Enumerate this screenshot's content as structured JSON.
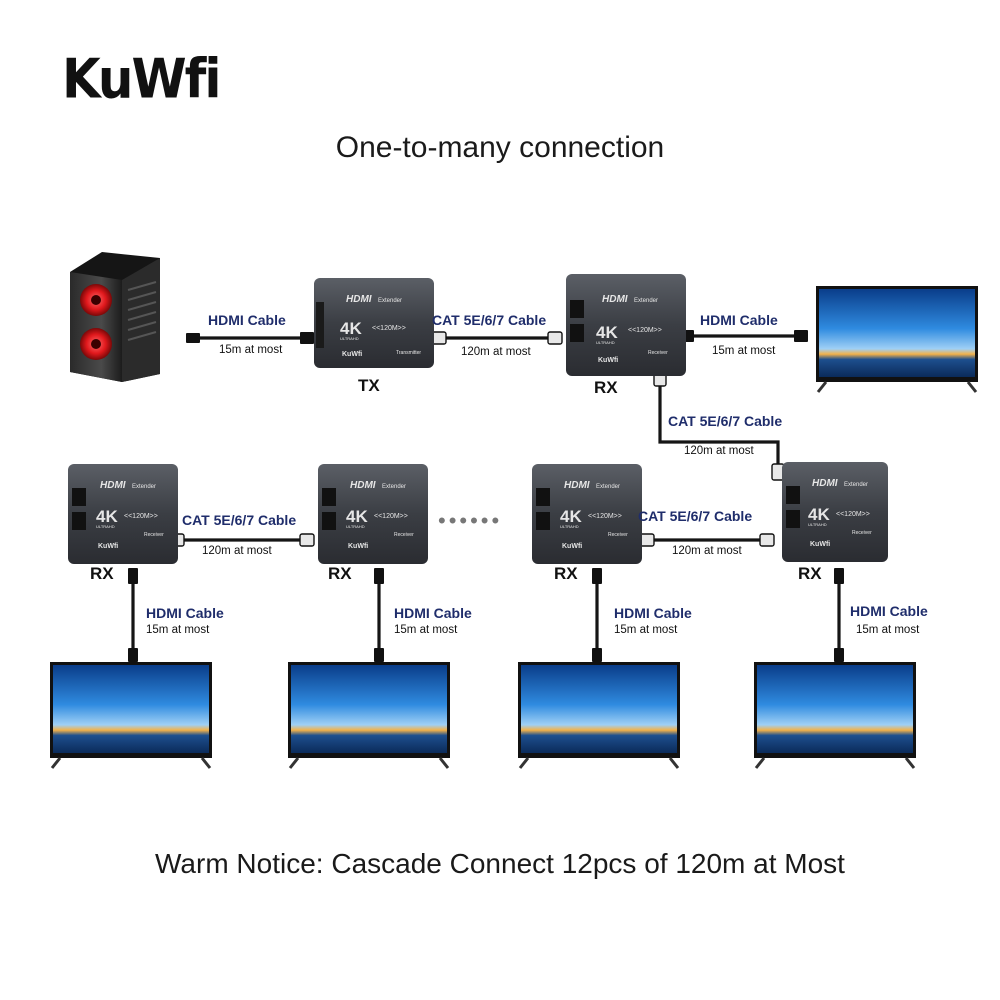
{
  "brand": "KuWfi",
  "title": "One-to-many connection",
  "device": {
    "logo": "HDMI",
    "sub": "Extender",
    "badge": "4K",
    "badge_sub": "ULTRAHD",
    "range": "<<120M>>",
    "maker": "KuWfi",
    "tx_caption": "Transmitter",
    "rx_caption": "Receiver"
  },
  "roles": {
    "tx": "TX",
    "rx": "RX"
  },
  "cables": {
    "hdmi": "HDMI Cable",
    "hdmi_dist": "15m at most",
    "cat": "CAT 5E/6/7 Cable",
    "cat_dist": "120m at most"
  },
  "dots": "••••••",
  "notice": "Warm Notice: Cascade Connect 12pcs of 120m at Most",
  "icons": [
    "computer-tower-icon",
    "hdmi-plug-icon",
    "rj45-plug-icon",
    "tv-display-icon",
    "extender-box-icon"
  ],
  "colors": {
    "label_blue": "#1f2d6b",
    "device_dark": "#3a3d42",
    "cable": "#151515",
    "screen_sky": "#1e78c8"
  }
}
